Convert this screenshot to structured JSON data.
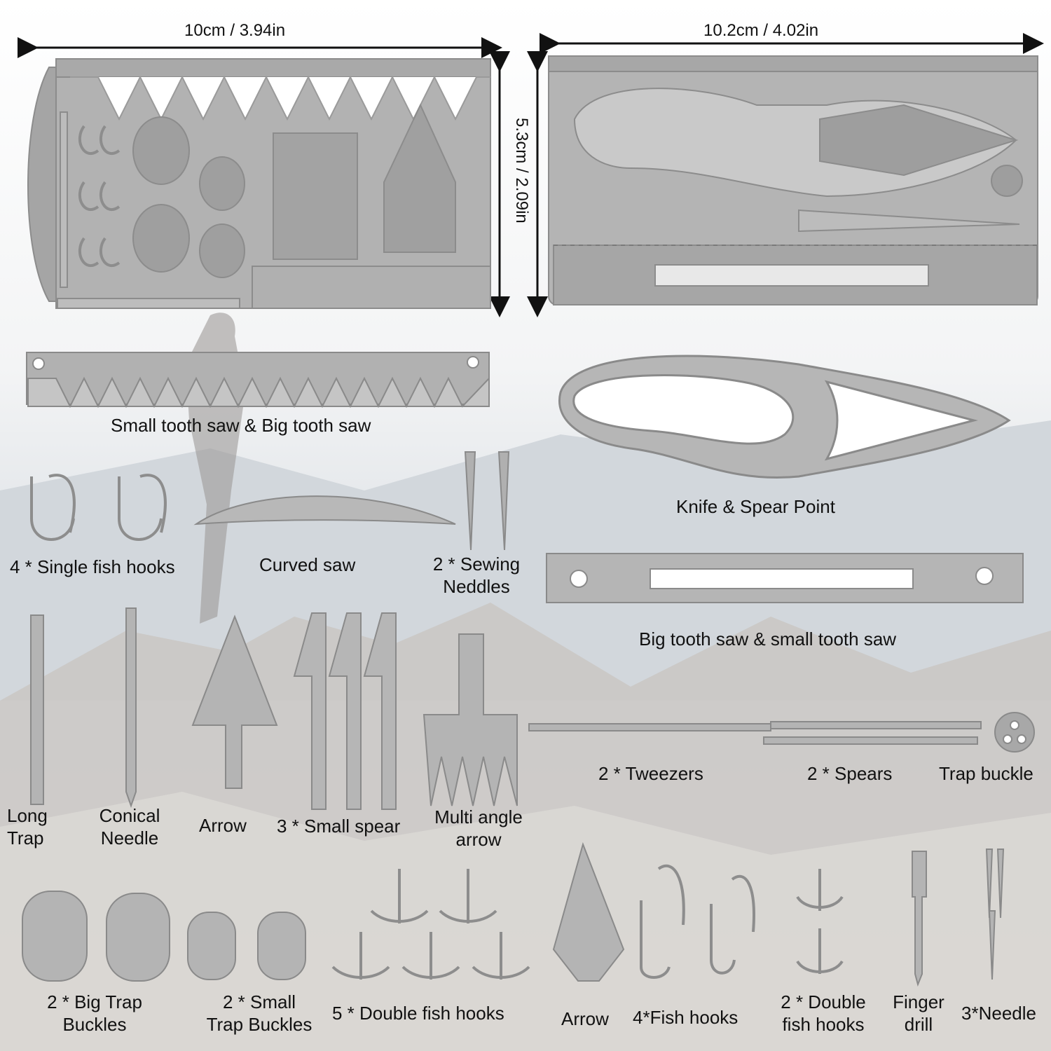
{
  "dimensions": {
    "card1_width": "10cm / 3.94in",
    "card2_width": "10.2cm / 4.02in",
    "card_height": "5.3cm / 2.09in"
  },
  "labels": {
    "small_big_saw": "Small tooth saw & Big tooth saw",
    "knife_spear": "Knife & Spear Point",
    "single_hooks": "4 * Single fish hooks",
    "curved_saw": "Curved saw",
    "sewing_needles": "2 * Sewing\nNeddles",
    "big_small_saw": "Big tooth saw & small tooth saw",
    "tweezers": "2 * Tweezers",
    "spears": "2 * Spears",
    "trap_buckle": "Trap buckle",
    "long_trap": "Long\nTrap",
    "conical_needle": "Conical\nNeedle",
    "arrow1": "Arrow",
    "small_spear": "3 * Small spear",
    "multi_arrow": "Multi angle\narrow",
    "big_trap_buckles": "2 * Big Trap\nBuckles",
    "small_trap_buckles": "2 * Small\nTrap Buckles",
    "double_hooks5": "5 * Double fish hooks",
    "arrow2": "Arrow",
    "fish_hooks4": "4*Fish hooks",
    "double_hooks2": "2 * Double\nfish hooks",
    "finger_drill": "Finger\ndrill",
    "needle3": "3*Needle"
  },
  "colors": {
    "metal": "#a8a8a8",
    "metal_edge": "#8a8a8a",
    "sky": "#dfe3e7",
    "rock": "#b9b7b4",
    "text": "#111111"
  }
}
